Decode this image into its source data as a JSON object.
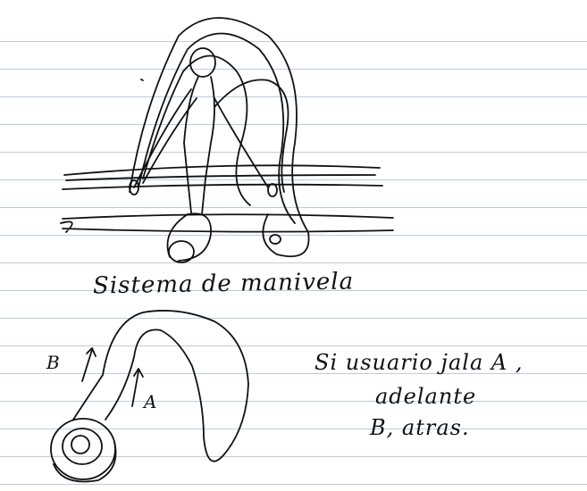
{
  "caption": "Sistema de manivela",
  "labels": {
    "b": "B",
    "a": "A"
  },
  "note": {
    "line1": "Si usuario jala A ,",
    "line2": "adelante",
    "line3": "B, atras."
  }
}
